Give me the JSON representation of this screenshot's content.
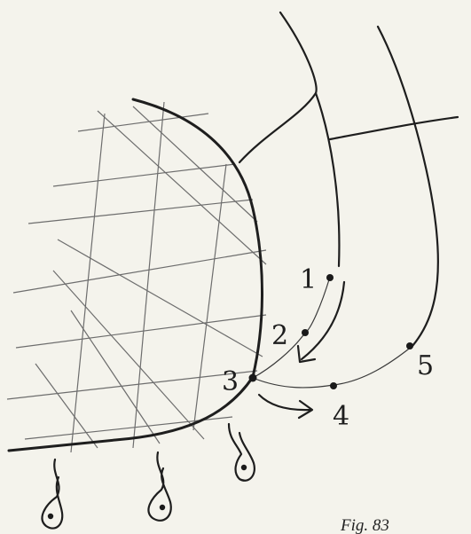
{
  "figure": {
    "caption": "Fig. 83",
    "points": [
      {
        "id": "p1",
        "label": "1"
      },
      {
        "id": "p2",
        "label": "2"
      },
      {
        "id": "p3",
        "label": "3"
      },
      {
        "id": "p4",
        "label": "4"
      },
      {
        "id": "p5",
        "label": "5"
      }
    ]
  }
}
